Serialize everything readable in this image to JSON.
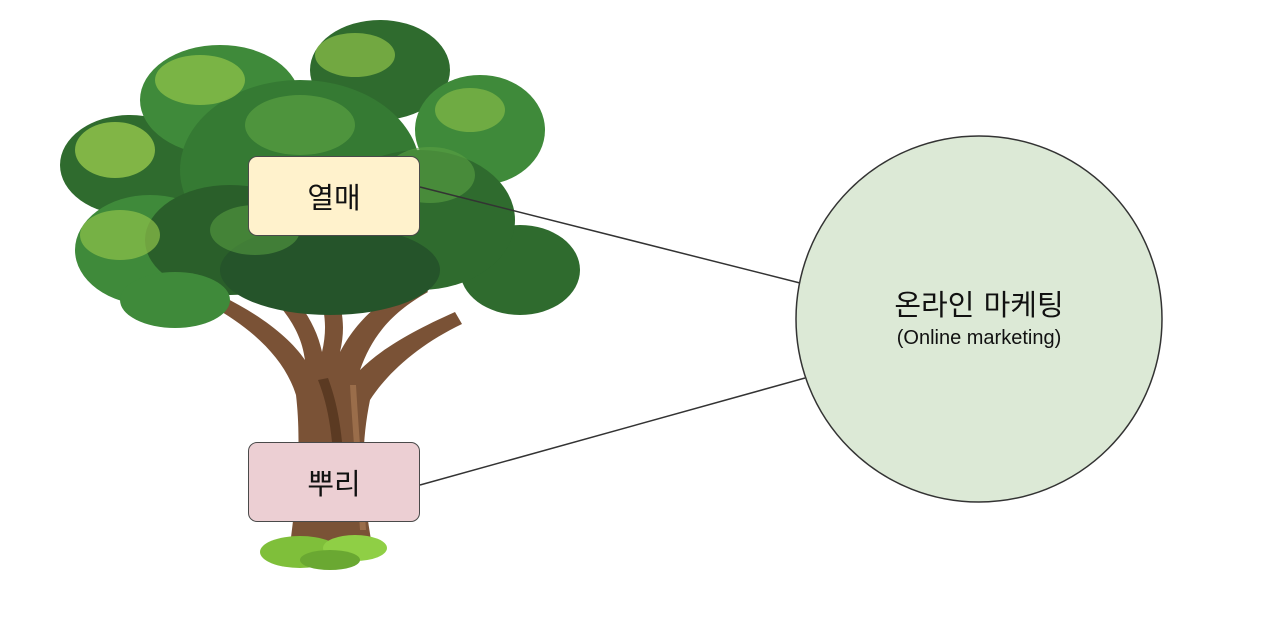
{
  "labels": {
    "fruit": "열매",
    "root": "뿌리"
  },
  "circle": {
    "title": "온라인 마케팅",
    "subtitle": "(Online marketing)"
  },
  "colors": {
    "fruit_fill": "#fff2cc",
    "root_fill": "#eccfd3",
    "circle_fill": "#dce9d6",
    "outline": "#333333",
    "leaf_dark": "#2f6b2e",
    "leaf_mid": "#3f8a3a",
    "leaf_light": "#8fc24a",
    "trunk": "#7a5236",
    "grass": "#7fbf3a"
  },
  "icons": [
    "tree-illustration",
    "grass-tuft"
  ]
}
